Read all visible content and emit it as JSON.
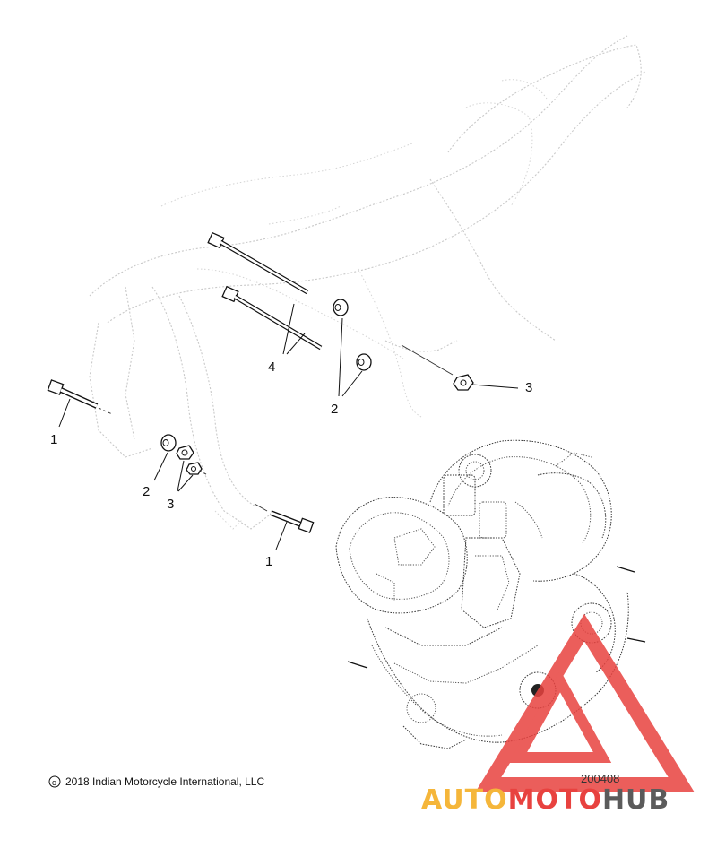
{
  "callouts": {
    "bolt_lower_left": "1",
    "bolt_lower_right": "1",
    "spacer_left": "2",
    "spacer_upper": "2",
    "nut_left": "3",
    "nut_right": "3",
    "long_bolts": "4"
  },
  "copyright": "2018 Indian Motorcycle International, LLC",
  "figure_number": "200408",
  "watermark": {
    "part1": "AUTO",
    "part2": "MOTO",
    "part3": "HUB"
  },
  "colors": {
    "watermark_orange": "#f5b63a",
    "watermark_red": "#e8423f",
    "watermark_gray": "#5b5b5b"
  }
}
